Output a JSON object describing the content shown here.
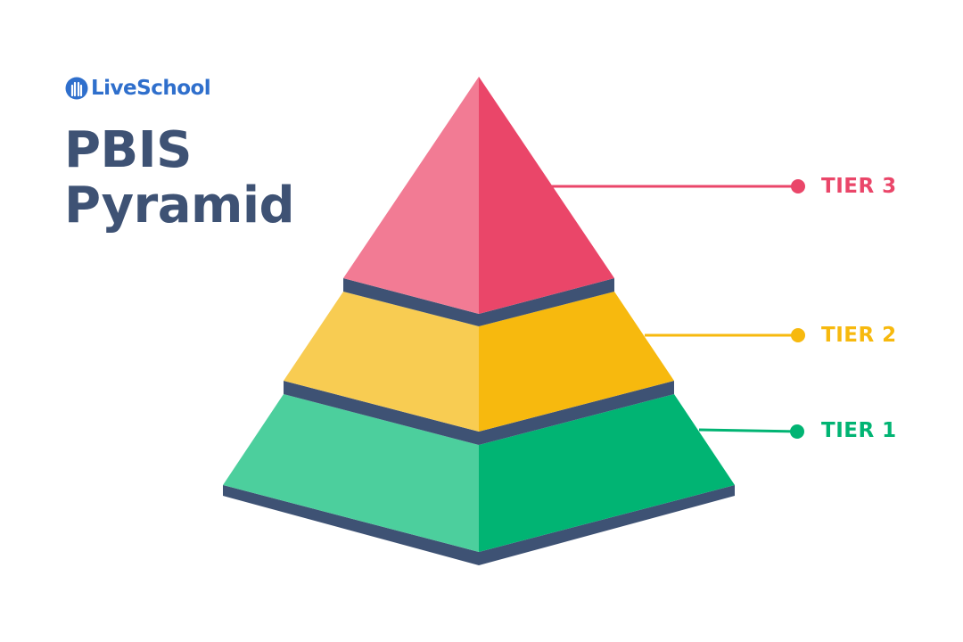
{
  "brand": {
    "name": "LiveSchool",
    "color": "#2f6fcc"
  },
  "title": {
    "line1": "PBIS",
    "line2": "Pyramid",
    "color": "#3e5274"
  },
  "tiers": [
    {
      "label": "TIER 3",
      "color": "#ea4669",
      "light_color": "#f27b94"
    },
    {
      "label": "TIER 2",
      "color": "#f7b90e",
      "light_color": "#f8cc52"
    },
    {
      "label": "TIER 1",
      "color": "#01b473",
      "light_color": "#4ccf9d"
    }
  ],
  "base_color": "#3e5274"
}
